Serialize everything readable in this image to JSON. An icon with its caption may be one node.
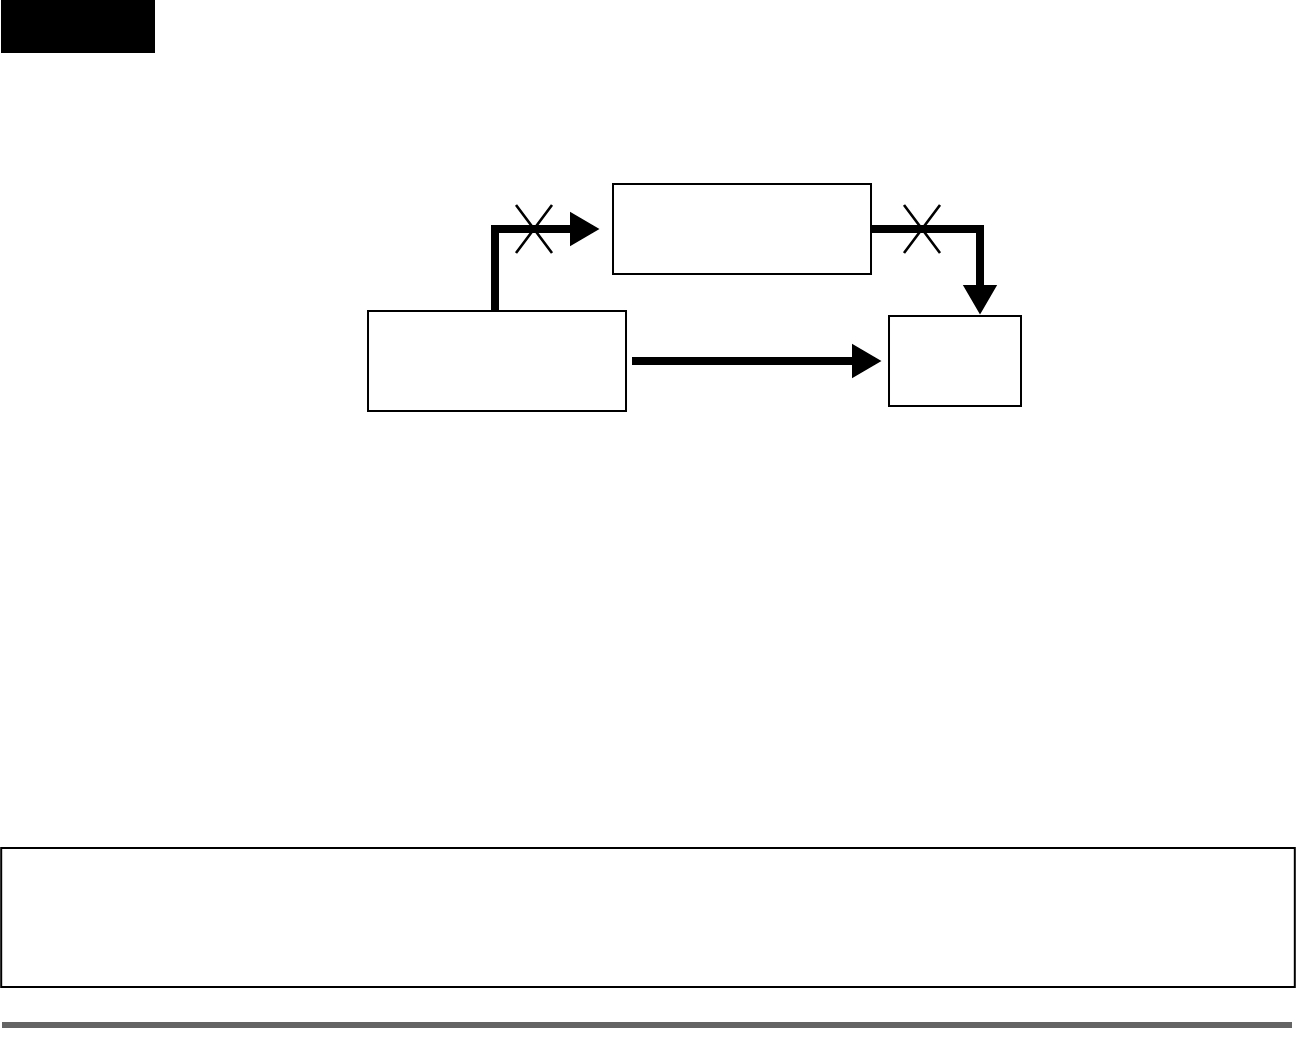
{
  "diagram": {
    "nodes": [
      {
        "text": [],
        "shape": "box"
      },
      {
        "text": [],
        "shape": "box"
      },
      {
        "text": [],
        "shape": "box"
      },
      {
        "text": [],
        "shape": "box"
      }
    ],
    "edges": [
      {
        "from": 2,
        "to": 1,
        "arrow": "to"
      },
      {
        "from": 1,
        "to": 3,
        "arrow": "to"
      },
      {
        "from": 2,
        "to": 3,
        "arrow": "to"
      }
    ]
  }
}
